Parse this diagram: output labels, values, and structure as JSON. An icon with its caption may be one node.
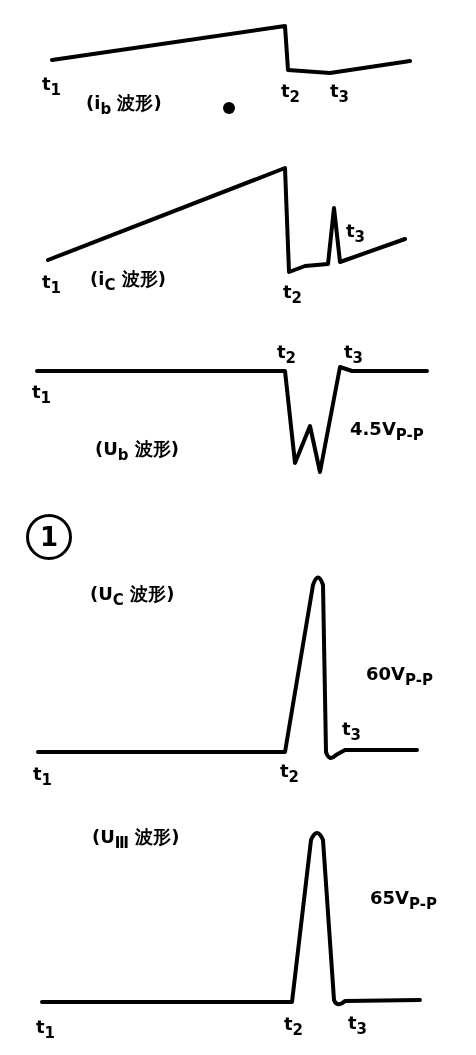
{
  "diagram": {
    "labels": [
      "t$_{1}$",
      "(i$_{b}$ 波形)",
      "t$_{2}$",
      "t$_{3}$",
      "t$_{3}$",
      "t$_{1}$",
      "(i$_{C}$ 波形)",
      "t$_{2}$",
      "t$_{2}$",
      "t$_{3}$",
      "t$_{1}$",
      "4.5V$_{P-P}$",
      "(U$_{b}$ 波形)",
      "1",
      "(U$_{C}$ 波形)",
      "60V$_{P-P}$",
      "t$_{3}$",
      "t$_{1}$",
      "t$_{2}$",
      "(U$_{Ⅲ}$ 波形)",
      "65V$_{P-P}$",
      "t$_{1}$",
      "t$_{2}$",
      "t$_{3}$"
    ]
  }
}
